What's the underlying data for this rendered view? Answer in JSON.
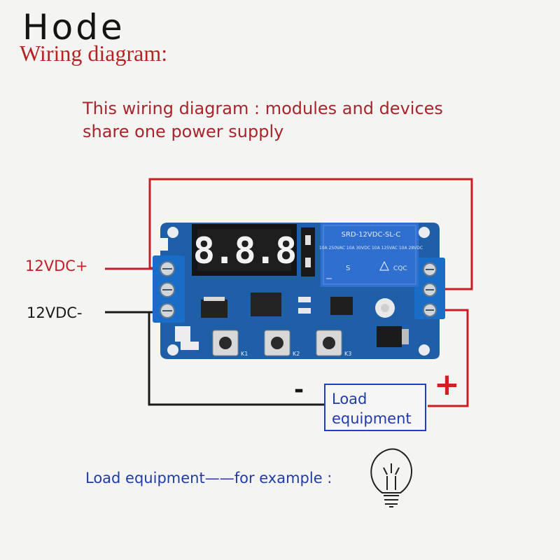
{
  "brand": "Hode",
  "heading": "Wiring diagram:",
  "note": {
    "line1": "This wiring diagram :  modules and devices",
    "line2": "share one power supply"
  },
  "labels": {
    "positive": "12VDC+",
    "negative": "12VDC-"
  },
  "load": {
    "line1": "Load",
    "line2": "equipment",
    "minus_sign": "-",
    "plus_sign": "+"
  },
  "example": "Load equipment——for example :",
  "board": {
    "display": "8.8.8",
    "relay_marking": "SRD-12VDC-SL-C",
    "relay_specs": "10A 250VAC  10A 30VDC  10A 125VAC  10A 28VDC",
    "button_labels": [
      "K1",
      "K2",
      "K3"
    ]
  },
  "colors": {
    "wire_red": "#c81e23",
    "wire_black": "#1a1a1a",
    "board_blue": "#1f5fa8",
    "relay_blue": "#2f6fd0",
    "load_border": "#1e3fc8",
    "text_red": "#a8262b",
    "text_blue": "#1f3ca8"
  },
  "icons": [
    "light-bulb-icon"
  ]
}
